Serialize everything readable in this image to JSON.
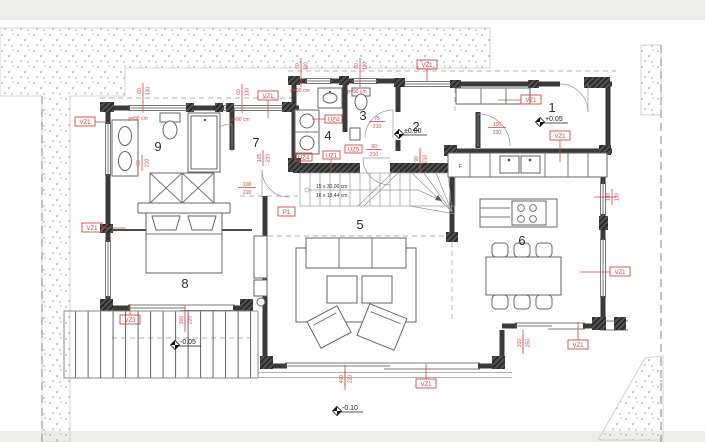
{
  "drawing": {
    "rooms": {
      "r1": "1",
      "r2": "2",
      "r3": "3",
      "r4": "4",
      "r5": "5",
      "r6": "6",
      "r7": "7",
      "r8": "8",
      "r9": "9"
    },
    "tags": {
      "vz1": "VZ1",
      "vz3": "VZ3",
      "uz1": "UZ1",
      "uz4": "UZ4",
      "uz5": "UZ5",
      "p1": "P1"
    },
    "dims": {
      "d60_130": {
        "n": "60",
        "d": "130"
      },
      "d60_120": {
        "n": "60",
        "d": "120"
      },
      "d60_210": {
        "n": "60",
        "d": "210"
      },
      "d75_210": {
        "n": "75",
        "d": "210"
      },
      "d90_210": {
        "n": "90",
        "d": "210"
      },
      "d100_210": {
        "n": "100",
        "d": "210"
      },
      "d100_220": {
        "n": "100",
        "d": "220"
      },
      "d105_210": {
        "n": "105",
        "d": "210"
      },
      "d100_130": {
        "n": "100",
        "d": "130"
      },
      "d300_220": {
        "n": "300",
        "d": "220"
      },
      "d400_220": {
        "n": "400",
        "d": "220"
      },
      "d310_250": {
        "n": "310",
        "d": "250"
      },
      "parapet": "p=90 cm"
    },
    "elevations": {
      "entry": "+0.05",
      "hall": "±0.00",
      "deck": "-0.05",
      "terrace": "-0.10"
    },
    "stairs": {
      "line1": "15 x 30,00 cm",
      "line2": "16 x 18,44 cm"
    },
    "kitchen": {
      "fridge": "F"
    },
    "colors": {
      "annotation": "#cf4a42",
      "wall": "#3a3a3a"
    }
  }
}
